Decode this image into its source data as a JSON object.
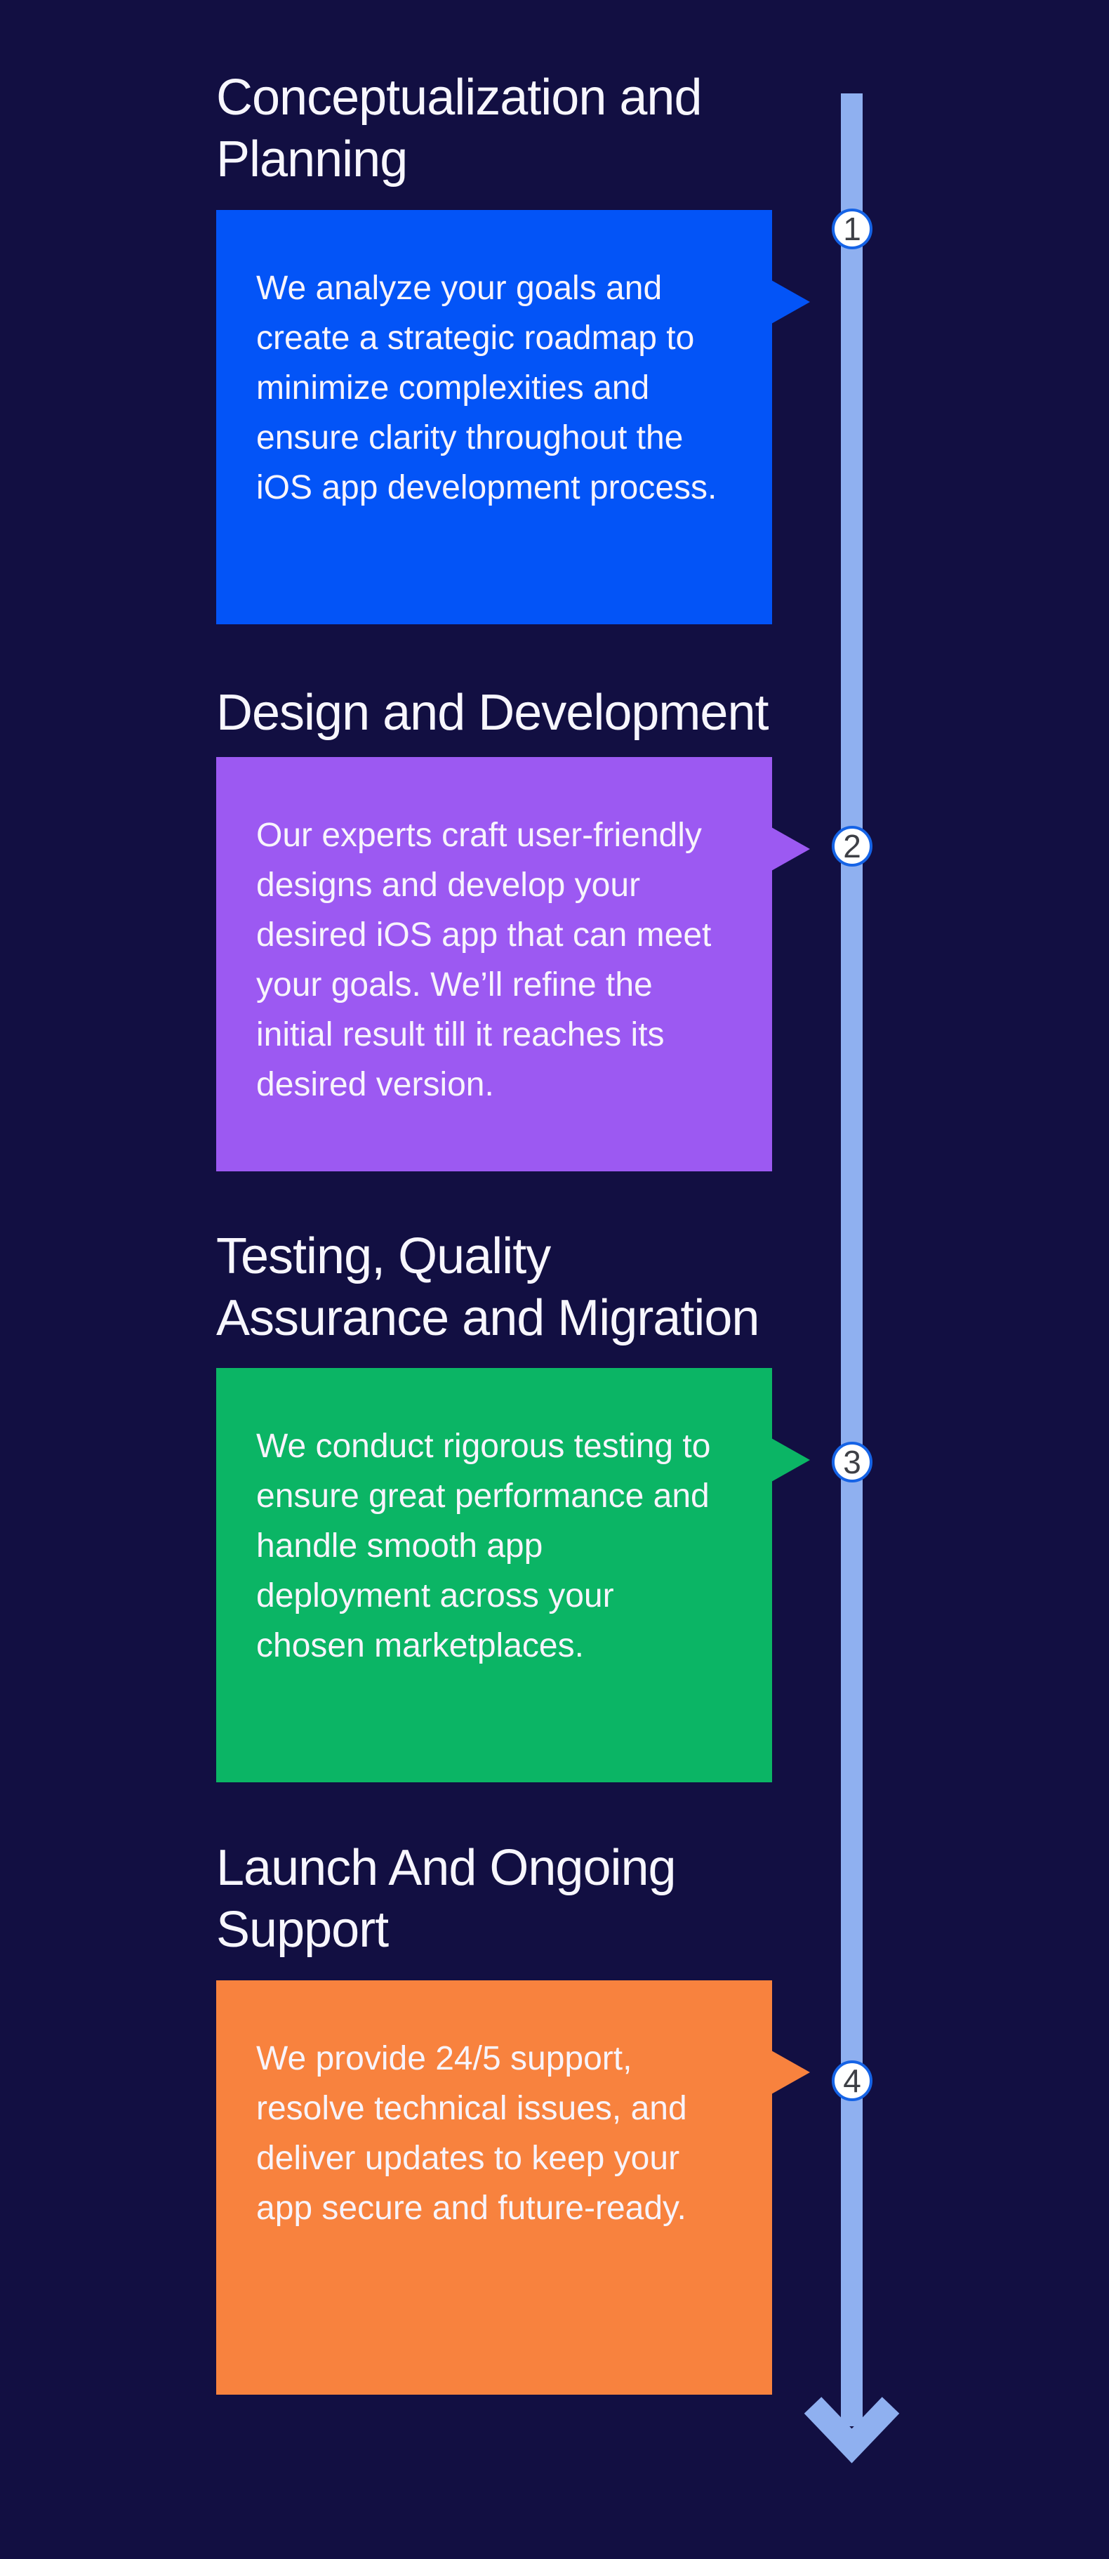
{
  "page": {
    "background": "#120F42"
  },
  "timeline": {
    "bar_color": "#8FB0F0",
    "arrow_color": "#8FB0F0",
    "circle": {
      "fill": "#FFFFFF",
      "border": "#1563E6",
      "number_color": "#3E4046"
    }
  },
  "sections": [
    {
      "step": "1",
      "title": "Conceptualization and\nPlanning",
      "body": "We analyze your goals and\ncreate a strategic roadmap to\nminimize complexities and\nensure clarity throughout the\niOS app development process.",
      "card_color": "#0354F7"
    },
    {
      "step": "2",
      "title": "Design and Development",
      "body": "Our experts craft user-friendly\ndesigns and develop your\ndesired iOS app that can meet\nyour goals. We’ll refine the\ninitial result till it reaches its\ndesired version.",
      "card_color": "#9C59F2"
    },
    {
      "step": "3",
      "title": "Testing, Quality\nAssurance and Migration",
      "body": "We conduct rigorous testing to\nensure great performance and\nhandle smooth app\ndeployment across your\nchosen marketplaces.",
      "card_color": "#0BB565"
    },
    {
      "step": "4",
      "title": "Launch And Ongoing\nSupport",
      "body": "We provide 24/5 support,\nresolve technical issues, and\ndeliver updates to keep your\napp secure and future-ready.",
      "card_color": "#F8823E"
    }
  ]
}
